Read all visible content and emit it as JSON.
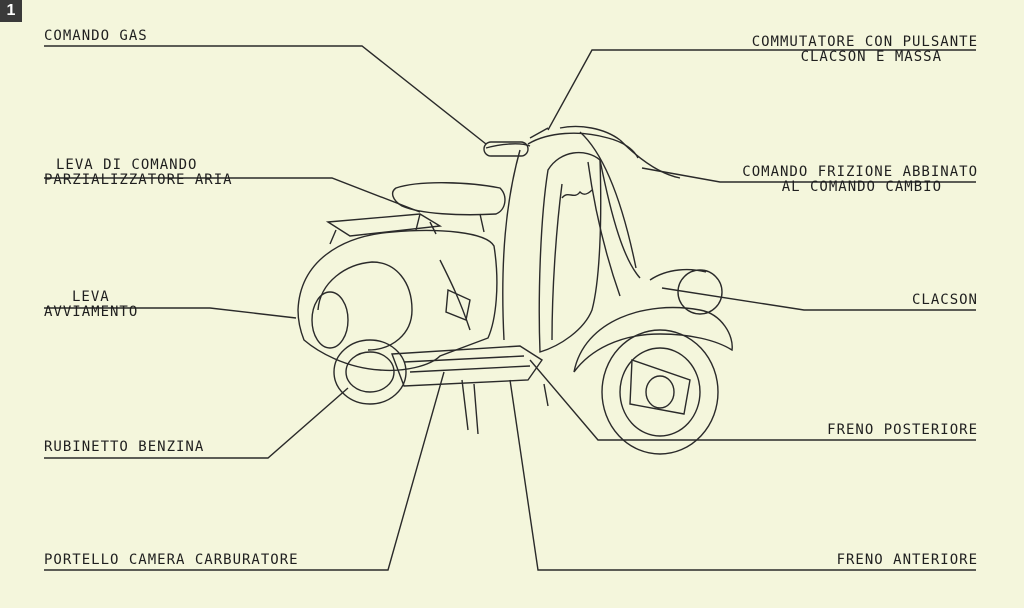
{
  "figure_number": "1",
  "labels": {
    "comando_gas": "COMANDO GAS",
    "leva_comando_1": "LEVA DI COMANDO",
    "leva_comando_2": "PARZIALIZZATORE ARIA",
    "leva_avv_1": "LEVA",
    "leva_avv_2": "AVVIAMENTO",
    "rubinetto": "RUBINETTO BENZINA",
    "portello": "PORTELLO CAMERA CARBURATORE",
    "commutatore_1": "COMMUTATORE CON PULSANTE",
    "commutatore_2": "CLACSON E MASSA",
    "frizione_1": "COMANDO FRIZIONE ABBINATO",
    "frizione_2": "AL COMANDO CAMBIO",
    "clacson": "CLACSON",
    "freno_post": "FRENO POSTERIORE",
    "freno_ant": "FRENO ANTERIORE"
  },
  "colors": {
    "background": "#f4f6dc",
    "ink": "#1f1f1f",
    "badge": "#3a3a3a"
  }
}
